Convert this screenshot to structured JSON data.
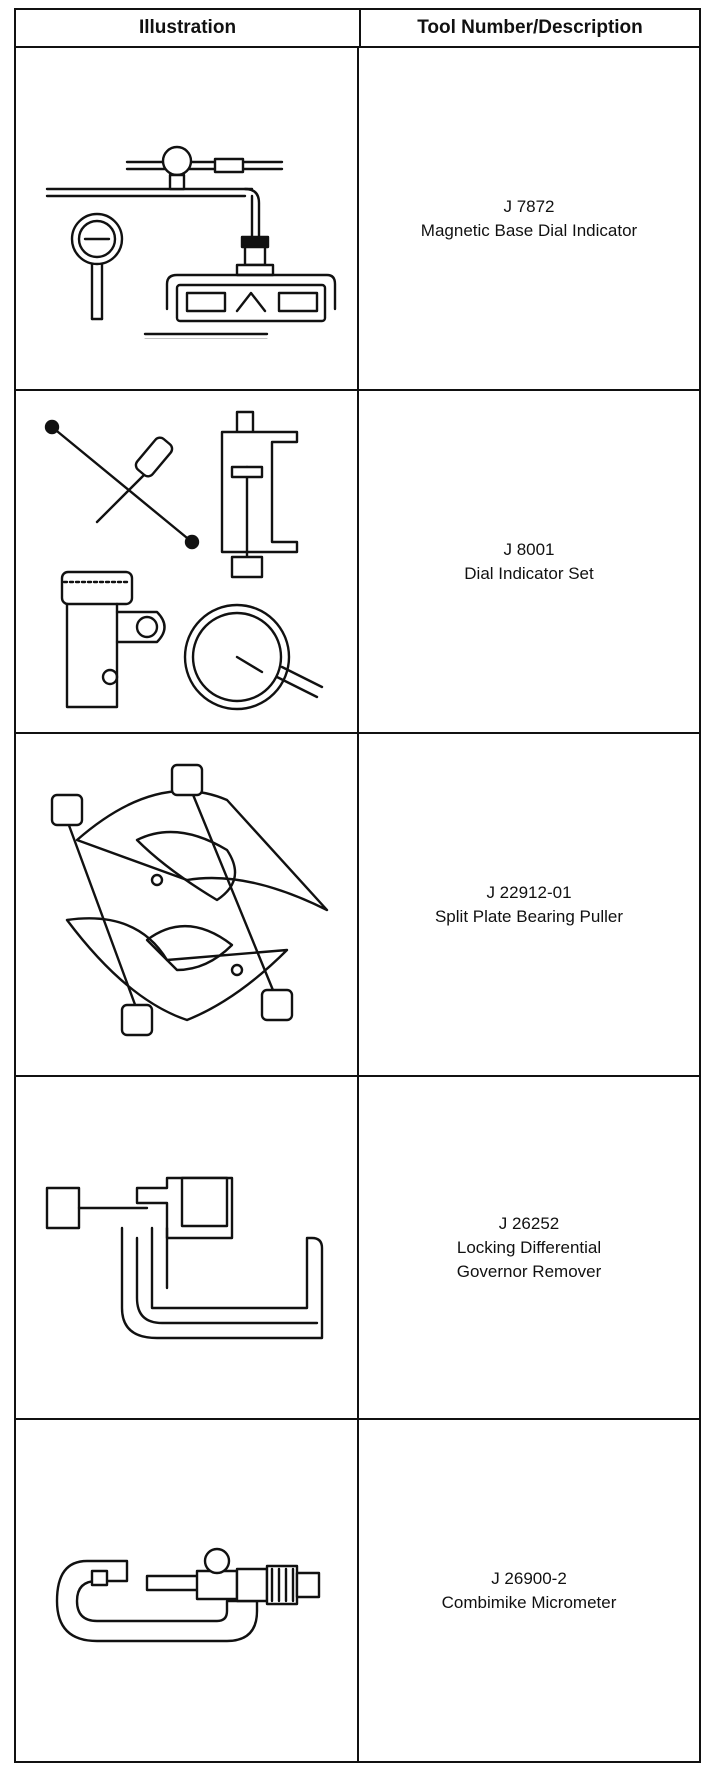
{
  "table": {
    "header": {
      "col1": "Illustration",
      "col2": "Tool Number/Description"
    },
    "rows": [
      {
        "number": "J 7872",
        "description": "Magnetic Base Dial Indicator",
        "description2": "",
        "icon": "magnetic-base-dial-indicator-icon"
      },
      {
        "number": "J 8001",
        "description": "Dial Indicator Set",
        "description2": "",
        "icon": "dial-indicator-set-icon"
      },
      {
        "number": "J 22912-01",
        "description": "Split Plate Bearing Puller",
        "description2": "",
        "icon": "split-plate-bearing-puller-icon"
      },
      {
        "number": "J 26252",
        "description": "Locking Differential",
        "description2": "Governor Remover",
        "icon": "governor-remover-icon"
      },
      {
        "number": "J 26900-2",
        "description": "Combimike Micrometer",
        "description2": "",
        "icon": "micrometer-icon"
      }
    ]
  }
}
